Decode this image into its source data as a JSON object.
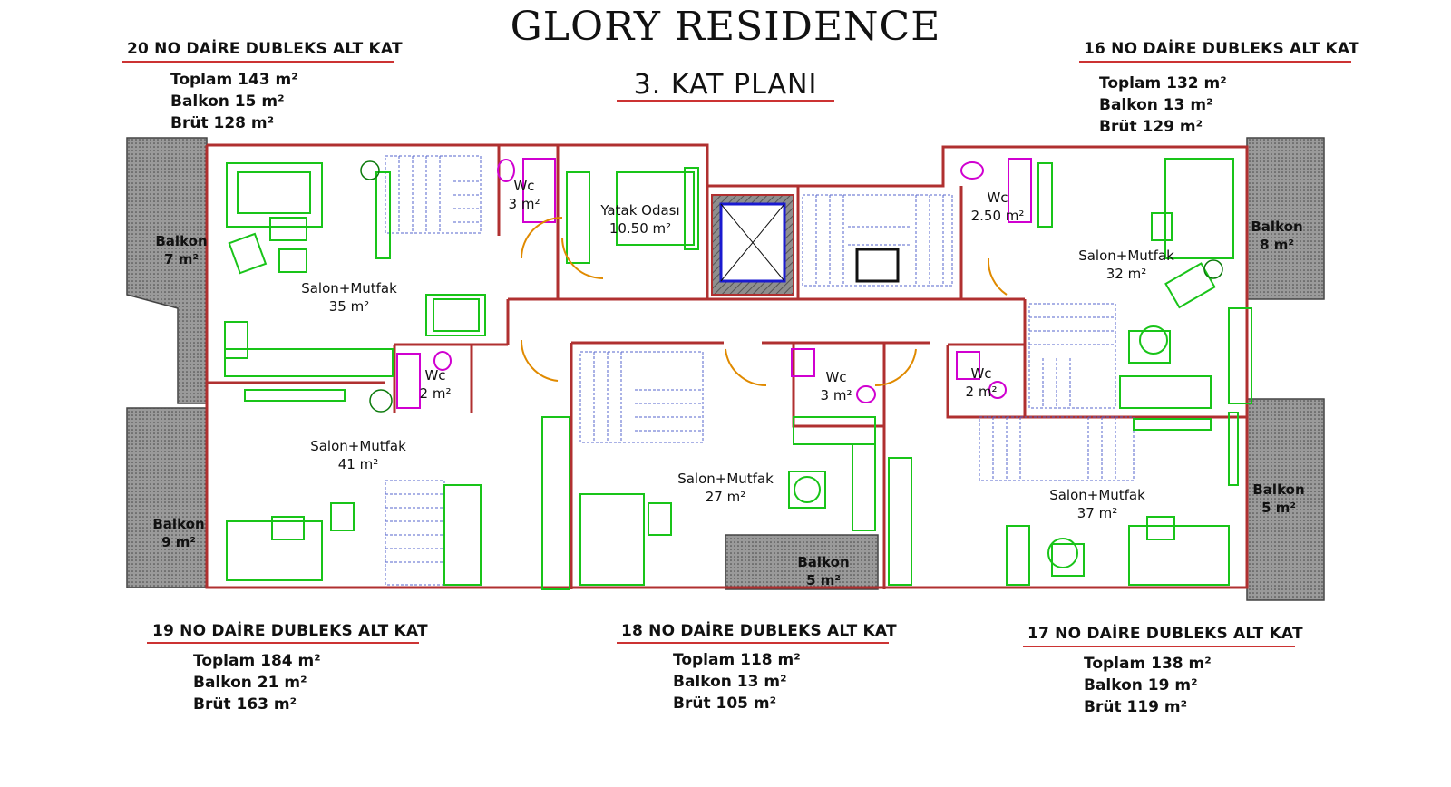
{
  "title": "GLORY RESIDENCE",
  "subtitle": "3. KAT PLANI",
  "units": [
    {
      "id": "u20",
      "name": "20 NO DAİRE DUBLEKS ALT KAT",
      "toplam": "Toplam 143 m²",
      "balkon": "Balkon 15 m²",
      "brut": "Brüt 128 m²"
    },
    {
      "id": "u16",
      "name": "16 NO DAİRE DUBLEKS ALT KAT",
      "toplam": "Toplam 132 m²",
      "balkon": "Balkon 13 m²",
      "brut": "Brüt 129 m²"
    },
    {
      "id": "u19",
      "name": "19 NO DAİRE DUBLEKS ALT KAT",
      "toplam": "Toplam 184 m²",
      "balkon": "Balkon 21 m²",
      "brut": "Brüt 163 m²"
    },
    {
      "id": "u18",
      "name": "18 NO DAİRE DUBLEKS ALT KAT",
      "toplam": "Toplam 118 m²",
      "balkon": "Balkon 13 m²",
      "brut": "Brüt 105 m²"
    },
    {
      "id": "u17",
      "name": "17 NO DAİRE DUBLEKS ALT KAT",
      "toplam": "Toplam 138 m²",
      "balkon": "Balkon 19 m²",
      "brut": "Brüt 119 m²"
    }
  ],
  "rooms": {
    "balkon_7": {
      "name": "Balkon",
      "area": "7 m²"
    },
    "salon_35": {
      "name": "Salon+Mutfak",
      "area": "35 m²"
    },
    "wc_3a": {
      "name": "Wc",
      "area": "3 m²"
    },
    "yatak": {
      "name": "Yatak Odası",
      "area": "10.50 m²"
    },
    "wc_250": {
      "name": "Wc",
      "area": "2.50 m²"
    },
    "salon_32": {
      "name": "Salon+Mutfak",
      "area": "32 m²"
    },
    "balkon_8": {
      "name": "Balkon",
      "area": "8 m²"
    },
    "wc_2a": {
      "name": "Wc",
      "area": "2 m²"
    },
    "salon_41": {
      "name": "Salon+Mutfak",
      "area": "41 m²"
    },
    "balkon_9": {
      "name": "Balkon",
      "area": "9 m²"
    },
    "salon_27": {
      "name": "Salon+Mutfak",
      "area": "27 m²"
    },
    "wc_3b": {
      "name": "Wc",
      "area": "3 m²"
    },
    "balkon_5a": {
      "name": "Balkon",
      "area": "5 m²"
    },
    "wc_2b": {
      "name": "Wc",
      "area": "2 m²"
    },
    "salon_37": {
      "name": "Salon+Mutfak",
      "area": "37 m²"
    },
    "balkon_5b": {
      "name": "Balkon",
      "area": "5 m²"
    }
  },
  "colors": {
    "wall": "#b03030",
    "furniture": "#19c419",
    "stairs": "#5566cc",
    "bath": "#d000d0",
    "door": "#e08a00",
    "balcony": "#808080"
  }
}
